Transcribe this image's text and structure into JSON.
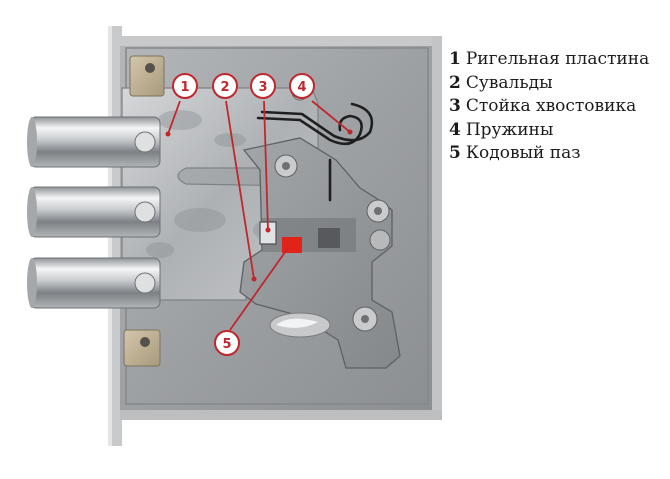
{
  "legend": {
    "items": [
      {
        "number": "1",
        "label": "Ригельная пластина"
      },
      {
        "number": "2",
        "label": "Сувальды"
      },
      {
        "number": "3",
        "label": "Стойка хвостовика"
      },
      {
        "number": "4",
        "label": "Пружины"
      },
      {
        "number": "5",
        "label": "Кодовый паз"
      }
    ]
  },
  "callouts": [
    "1",
    "2",
    "3",
    "4",
    "5"
  ],
  "colors": {
    "callout": "#c0272d",
    "code_slot": "#e2231a",
    "housing": "#9ea1a3",
    "plate": "#b7b9bc",
    "chrome": "#d6d8da"
  }
}
